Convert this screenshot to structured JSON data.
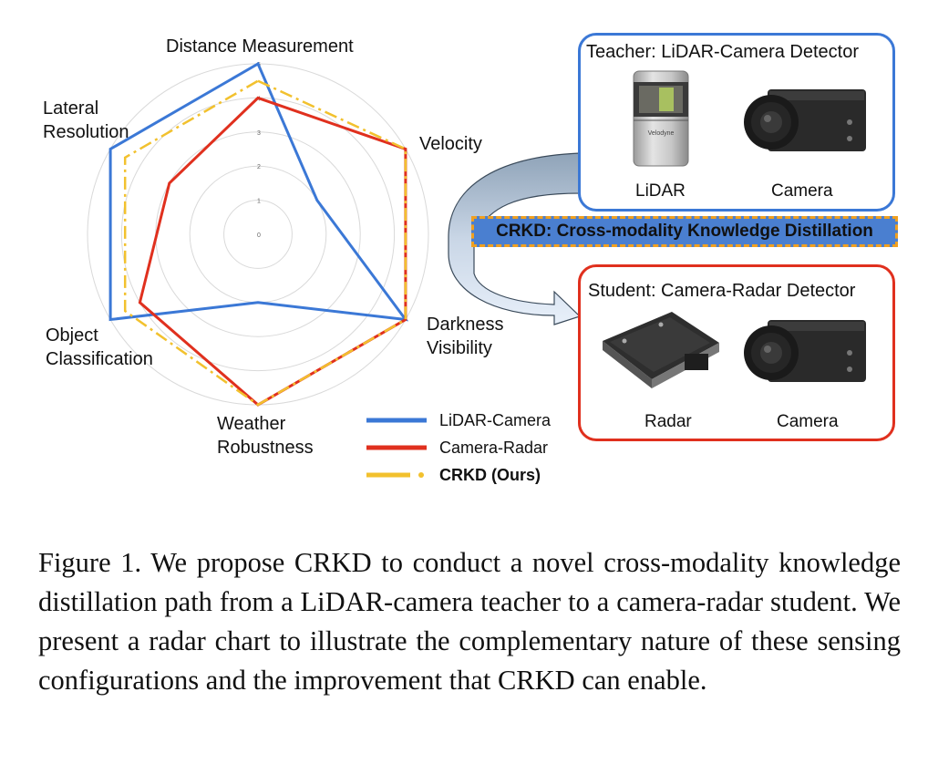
{
  "chart_data": {
    "type": "radar",
    "axes": [
      "Distance Measurement",
      "Velocity",
      "Darkness Visibility",
      "Weather Robustness",
      "Object Classification",
      "Lateral Resolution"
    ],
    "ticks": [
      "0",
      "1",
      "2",
      "3",
      "4",
      "5"
    ],
    "range": [
      0,
      5
    ],
    "series": [
      {
        "name": "LiDAR-Camera",
        "color": "#3b78d6",
        "style": "solid",
        "values": [
          5,
          2,
          5,
          2,
          5,
          5
        ]
      },
      {
        "name": "Camera-Radar",
        "color": "#e0301e",
        "style": "solid",
        "values": [
          4,
          5,
          5,
          5,
          4,
          3
        ]
      },
      {
        "name": "CRKD (Ours)",
        "color": "#f2c12e",
        "style": "dash-dot",
        "values": [
          4.5,
          5,
          5,
          5,
          4.5,
          4.5
        ]
      }
    ],
    "axis_label_lines": {
      "Distance Measurement": [
        "Distance Measurement"
      ],
      "Velocity": [
        "Velocity"
      ],
      "Darkness Visibility": [
        "Darkness",
        "Visibility"
      ],
      "Weather Robustness": [
        "Weather",
        "Robustness"
      ],
      "Object Classification": [
        "Object",
        "Classification"
      ],
      "Lateral Resolution": [
        "Lateral",
        "Resolution"
      ]
    }
  },
  "teacher": {
    "title": "Teacher: LiDAR-Camera Detector",
    "lidar_label": "LiDAR",
    "camera_label": "Camera",
    "lidar_brand": "Velodyne",
    "border_color": "#3b78d6"
  },
  "student": {
    "title": "Student: Camera-Radar Detector",
    "radar_label": "Radar",
    "camera_label": "Camera",
    "border_color": "#e0301e"
  },
  "banner": {
    "text": "CRKD: Cross-modality Knowledge Distillation"
  },
  "caption": {
    "text": "Figure 1.  We propose CRKD to conduct a novel cross-modality knowledge distillation path from a LiDAR-camera teacher to a camera-radar student.  We present a radar chart to illustrate the complementary nature of these sensing configurations and the improvement that CRKD can enable."
  }
}
